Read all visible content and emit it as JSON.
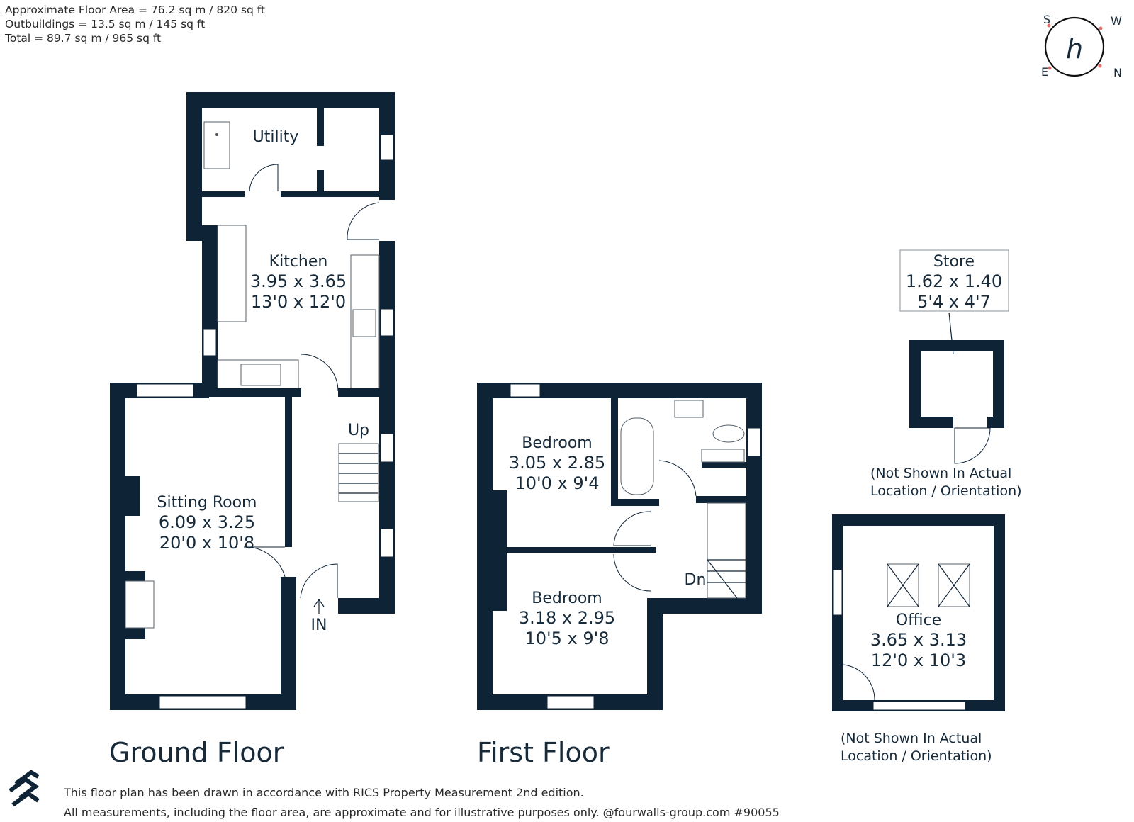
{
  "areas": {
    "line1": "Approximate Floor Area = 76.2 sq m / 820 sq ft",
    "line2": "Outbuildings = 13.5 sq m / 145 sq ft",
    "line3": "Total = 89.7 sq m / 965 sq ft"
  },
  "compass": {
    "s": "S",
    "w": "W",
    "e": "E",
    "n": "N",
    "logo_letter": "h"
  },
  "rooms": {
    "utility": {
      "name": "Utility"
    },
    "kitchen": {
      "name": "Kitchen",
      "metric": "3.95 x 3.65",
      "imperial": "13'0 x 12'0"
    },
    "sitting": {
      "name": "Sitting Room",
      "metric": "6.09 x 3.25",
      "imperial": "20'0 x 10'8"
    },
    "bedroom1": {
      "name": "Bedroom",
      "metric": "3.05 x 2.85",
      "imperial": "10'0 x 9'4"
    },
    "bedroom2": {
      "name": "Bedroom",
      "metric": "3.18 x 2.95",
      "imperial": "10'5 x 9'8"
    },
    "store": {
      "name": "Store",
      "metric": "1.62 x 1.40",
      "imperial": "5'4 x 4'7"
    },
    "office": {
      "name": "Office",
      "metric": "3.65 x 3.13",
      "imperial": "12'0 x 10'3"
    }
  },
  "labels": {
    "up": "Up",
    "dn": "Dn",
    "in": "IN"
  },
  "floors": {
    "ground": "Ground Floor",
    "first": "First Floor"
  },
  "notes": {
    "store_line1": "(Not Shown In Actual",
    "store_line2": "Location / Orientation)",
    "office_line1": "(Not Shown In Actual",
    "office_line2": "Location / Orientation)"
  },
  "footer": {
    "line1": "This floor plan has been drawn in accordance with RICS Property Measurement 2nd edition.",
    "line2": "All measurements, including the floor area, are approximate and for illustrative purposes only. @fourwalls-group.com #90055"
  },
  "colors": {
    "wall": "#0f2336",
    "text": "#172a3a",
    "compass_letters": "#e06a6a"
  }
}
